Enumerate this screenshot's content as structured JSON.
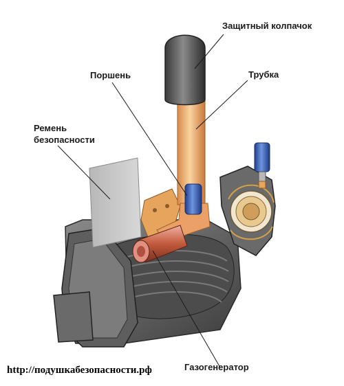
{
  "labels": {
    "cap": "Защитный колпачок",
    "piston": "Поршень",
    "tube": "Трубка",
    "belt_line1": "Ремень",
    "belt_line2": "безопасности",
    "gas_generator": "Газогенератор"
  },
  "footer": {
    "url": "http://подушкабезопасности.рф"
  },
  "colors": {
    "cap": "#4a4a4a",
    "tube": "#f0b070",
    "piston": "#3a62b8",
    "gas_generator": "#c05a3a",
    "housing": "#606060",
    "belt": "#c8c8c8"
  }
}
